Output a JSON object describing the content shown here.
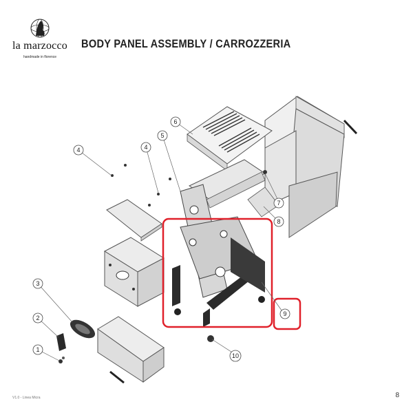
{
  "brand": {
    "name": "la marzocco",
    "tagline": "handmade in florence"
  },
  "title": "BODY PANEL ASSEMBLY / CARROZZERIA",
  "callouts": [
    "1",
    "2",
    "3",
    "4",
    "4",
    "5",
    "6",
    "7",
    "8",
    "9",
    "10"
  ],
  "highlight_color": "#e0202a",
  "footer": {
    "left": "V1.0 - Linea Micra",
    "page": "8"
  }
}
